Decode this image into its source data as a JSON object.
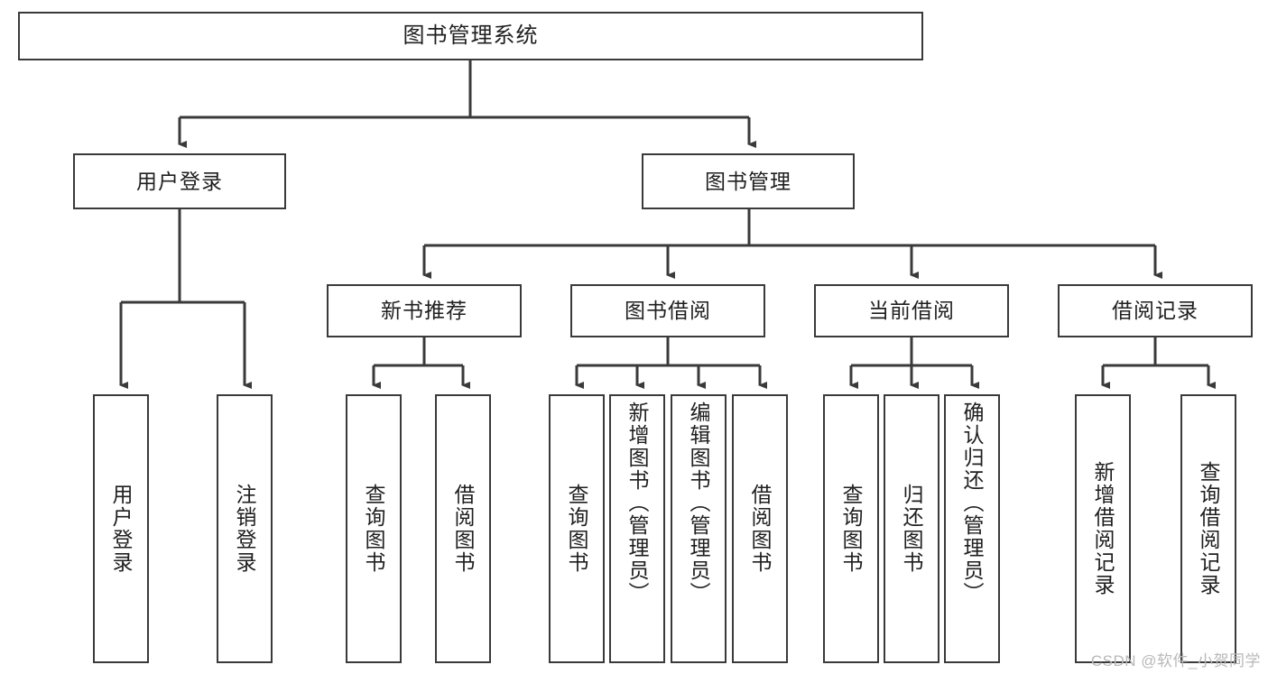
{
  "diagram": {
    "title": "图书管理系统",
    "type": "tree",
    "watermark": "CSDN @软件_小贺同学",
    "colors": {
      "box_border": "#3a3a3a",
      "box_fill": "#ffffff",
      "connector": "#3a3a3a",
      "text": "#1f1f1f",
      "watermark": "#b8b8b8"
    },
    "root": {
      "label": "图书管理系统"
    },
    "level2": [
      {
        "id": "user-login",
        "label": "用户登录"
      },
      {
        "id": "book-manage",
        "label": "图书管理"
      }
    ],
    "level3": [
      {
        "id": "new-book-rec",
        "label": "新书推荐",
        "parent": "book-manage"
      },
      {
        "id": "book-borrow",
        "label": "图书借阅",
        "parent": "book-manage"
      },
      {
        "id": "current-borrow",
        "label": "当前借阅",
        "parent": "book-manage"
      },
      {
        "id": "borrow-record",
        "label": "借阅记录",
        "parent": "book-manage"
      }
    ],
    "leaves": [
      {
        "id": "leaf-user-login",
        "label": "用户登录",
        "parent": "user-login"
      },
      {
        "id": "leaf-user-logout",
        "label": "注销登录",
        "parent": "user-login"
      },
      {
        "id": "leaf-rec-query",
        "label": "查询图书",
        "parent": "new-book-rec"
      },
      {
        "id": "leaf-rec-borrow",
        "label": "借阅图书",
        "parent": "new-book-rec"
      },
      {
        "id": "leaf-borrow-query",
        "label": "查询图书",
        "parent": "book-borrow"
      },
      {
        "id": "leaf-borrow-add",
        "label": "新增图书（管理员）",
        "parent": "book-borrow"
      },
      {
        "id": "leaf-borrow-edit",
        "label": "编辑图书（管理员）",
        "parent": "book-borrow"
      },
      {
        "id": "leaf-borrow-lend",
        "label": "借阅图书",
        "parent": "book-borrow"
      },
      {
        "id": "leaf-cur-query",
        "label": "查询图书",
        "parent": "current-borrow"
      },
      {
        "id": "leaf-cur-return",
        "label": "归还图书",
        "parent": "current-borrow"
      },
      {
        "id": "leaf-cur-confirm",
        "label": "确认归还（管理员）",
        "parent": "current-borrow"
      },
      {
        "id": "leaf-record-add",
        "label": "新增借阅记录",
        "parent": "borrow-record"
      },
      {
        "id": "leaf-record-query",
        "label": "查询借阅记录",
        "parent": "borrow-record"
      }
    ]
  }
}
